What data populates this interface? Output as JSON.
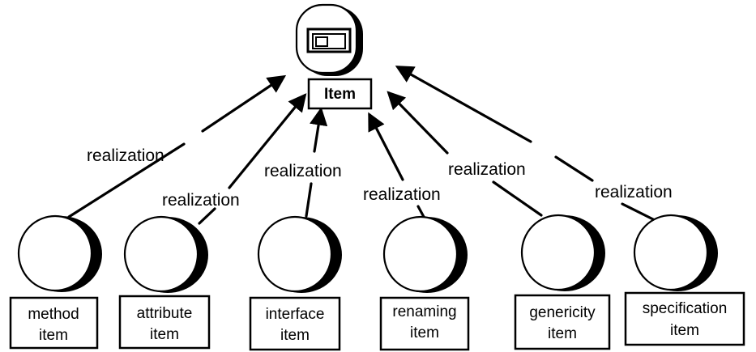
{
  "root": {
    "label": "Item",
    "icon": "window-icon"
  },
  "children": [
    {
      "label_line1": "method",
      "label_line2": "item",
      "edge_label": "realization"
    },
    {
      "label_line1": "attribute",
      "label_line2": "item",
      "edge_label": "realization"
    },
    {
      "label_line1": "interface",
      "label_line2": "item",
      "edge_label": "realization"
    },
    {
      "label_line1": "renaming",
      "label_line2": "item",
      "edge_label": "realization"
    },
    {
      "label_line1": "genericity",
      "label_line2": "item",
      "edge_label": "realization"
    },
    {
      "label_line1": "specification",
      "label_line2": "item",
      "edge_label": "realization"
    }
  ],
  "colors": {
    "ink": "#000000",
    "background": "#ffffff"
  }
}
